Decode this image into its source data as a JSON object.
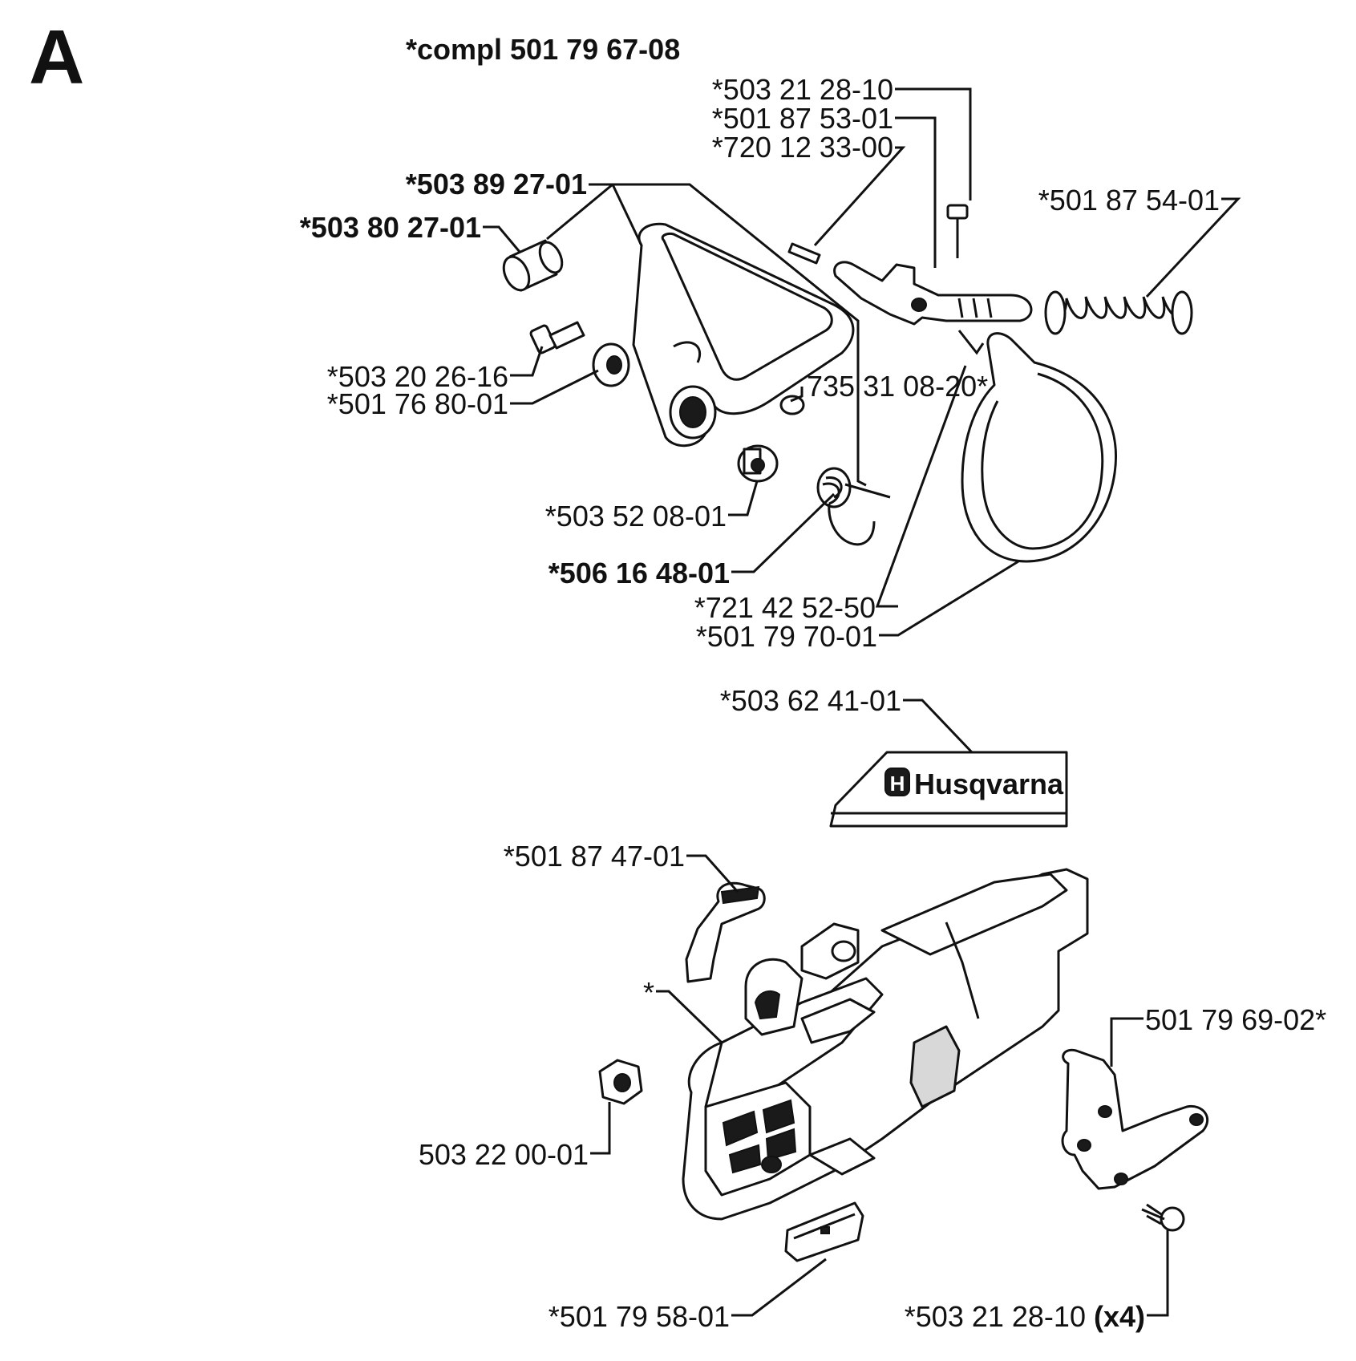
{
  "section_letter": "A",
  "assembly_label": "*compl 501 79 67-08",
  "parts": {
    "p5032128": "*503 21 28-10",
    "p5018753": "*501 87 53-01",
    "p7201233": "*720 12 33-00",
    "p5038927": "*503 89 27-01",
    "p5038027": "*503 80 27-01",
    "p5018754": "*501 87 54-01",
    "p5032026": "*503 20 26-16",
    "p5017680": "*501 76 80-01",
    "p7353108": "735 31 08-20*",
    "p5035208": "*503 52 08-01",
    "p5061648": "*506 16 48-01",
    "p7214252": "*721 42 52-50",
    "p5017970": "*501 79 70-01",
    "p5036241": "*503 62 41-01",
    "p5018747": "*501 87 47-01",
    "p_star": "*",
    "p5017969": "501 79 69-02*",
    "p5032200": "503 22 00-01",
    "p5017958": "*501 79 58-01",
    "p5032128x4": "*503 21 28-10",
    "p5032128x4_qty": "(x4)"
  },
  "decal_text": "Husqvarna",
  "decal_logo_letter": "H"
}
